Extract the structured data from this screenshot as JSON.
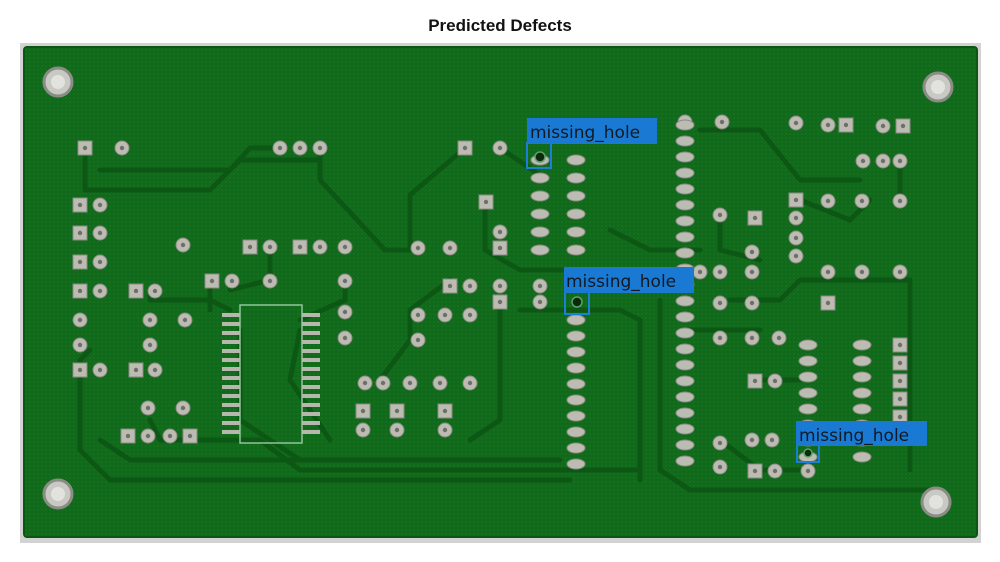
{
  "figure": {
    "title": "Predicted Defects"
  },
  "detections": [
    {
      "label": "missing_hole"
    },
    {
      "label": "missing_hole"
    },
    {
      "label": "missing_hole"
    }
  ],
  "colors": {
    "board": "#116a1b",
    "board_edge": "#0c5614",
    "trace": "#0f5a16",
    "pad": "#bbbbb2",
    "box": "#1b7fd8",
    "label_bg": "#1a7ad3"
  }
}
